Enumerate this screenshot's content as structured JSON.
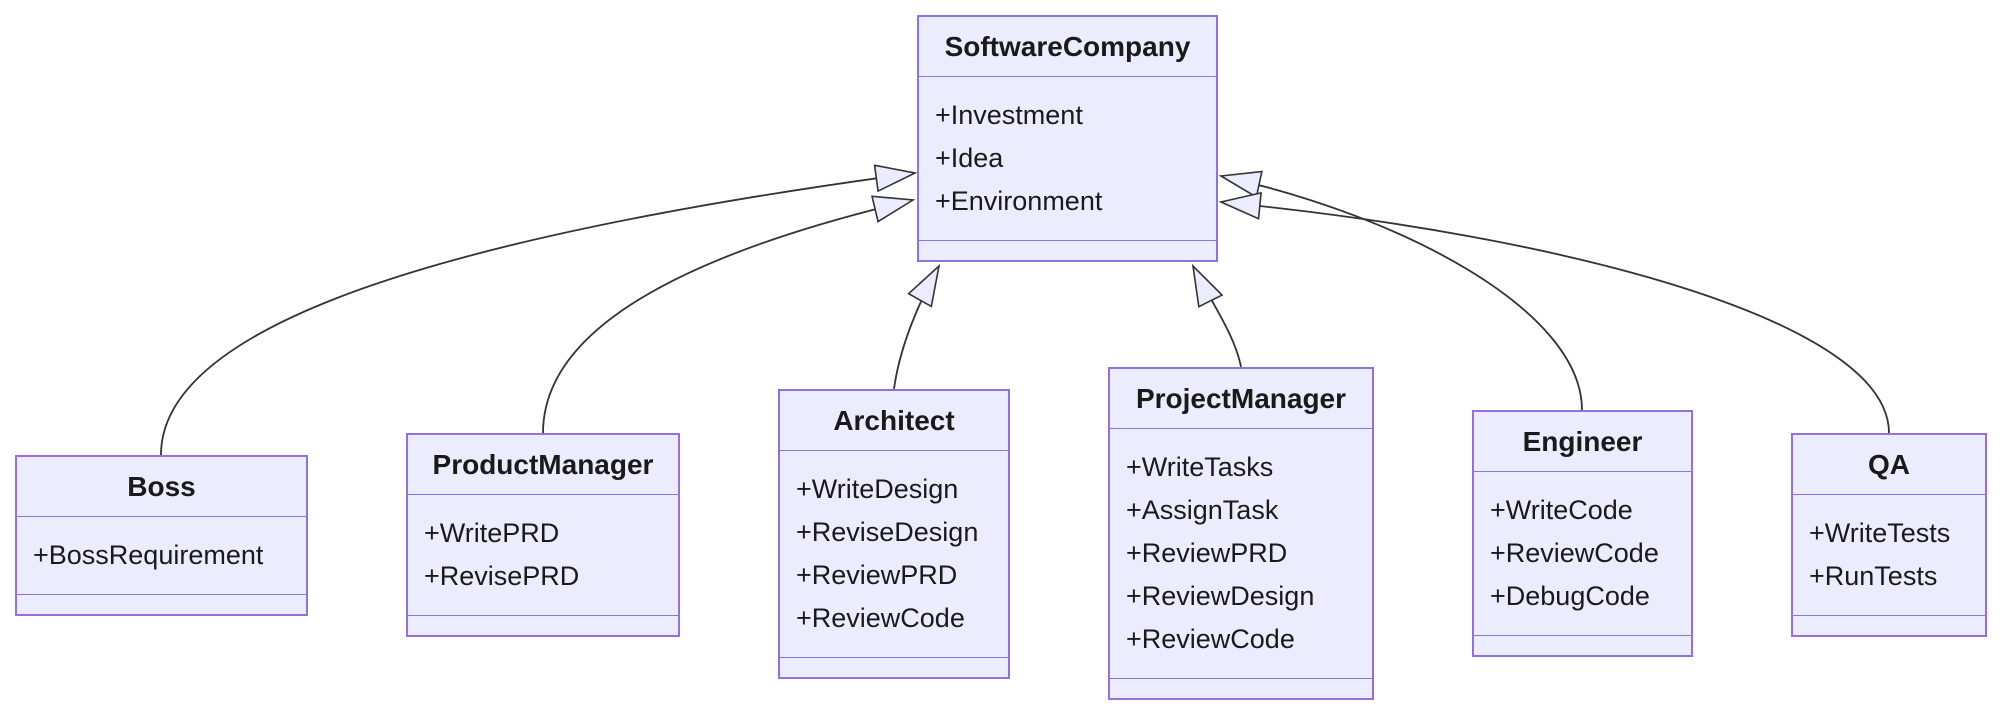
{
  "diagram": {
    "kind": "uml-class-diagram",
    "colors": {
      "node_fill": "#ECECFF",
      "node_border": "#9370DB",
      "edge_line": "#333333",
      "arrowhead_fill": "#ECECFF",
      "text": "#1a1a1a",
      "background": "#ffffff"
    },
    "classes": {
      "softwarecompany": {
        "name": "SoftwareCompany",
        "members": [
          "+Investment",
          "+Idea",
          "+Environment"
        ]
      },
      "boss": {
        "name": "Boss",
        "members": [
          "+BossRequirement"
        ]
      },
      "productmanager": {
        "name": "ProductManager",
        "members": [
          "+WritePRD",
          "+RevisePRD"
        ]
      },
      "architect": {
        "name": "Architect",
        "members": [
          "+WriteDesign",
          "+ReviseDesign",
          "+ReviewPRD",
          "+ReviewCode"
        ]
      },
      "projectmanager": {
        "name": "ProjectManager",
        "members": [
          "+WriteTasks",
          "+AssignTask",
          "+ReviewPRD",
          "+ReviewDesign",
          "+ReviewCode"
        ]
      },
      "engineer": {
        "name": "Engineer",
        "members": [
          "+WriteCode",
          "+ReviewCode",
          "+DebugCode"
        ]
      },
      "qa": {
        "name": "QA",
        "members": [
          "+WriteTests",
          "+RunTests"
        ]
      }
    },
    "relations": [
      {
        "child": "Boss",
        "parent": "SoftwareCompany",
        "type": "inheritance"
      },
      {
        "child": "ProductManager",
        "parent": "SoftwareCompany",
        "type": "inheritance"
      },
      {
        "child": "Architect",
        "parent": "SoftwareCompany",
        "type": "inheritance"
      },
      {
        "child": "ProjectManager",
        "parent": "SoftwareCompany",
        "type": "inheritance"
      },
      {
        "child": "Engineer",
        "parent": "SoftwareCompany",
        "type": "inheritance"
      },
      {
        "child": "QA",
        "parent": "SoftwareCompany",
        "type": "inheritance"
      }
    ]
  }
}
